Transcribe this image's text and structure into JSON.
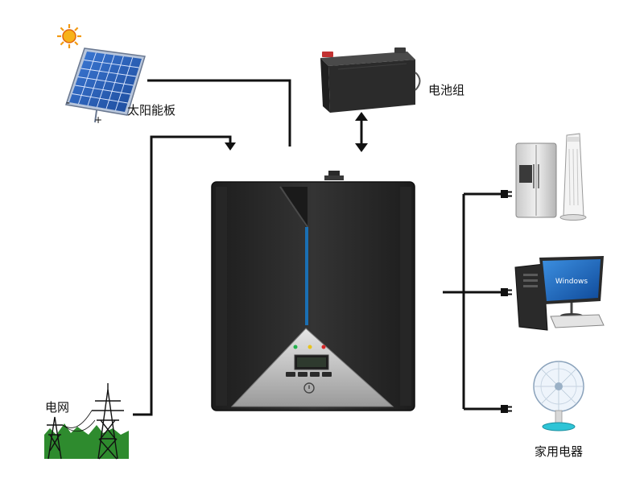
{
  "labels": {
    "solar_panel": "太阳能板",
    "solar_minus": "-",
    "solar_plus": "+",
    "battery": "电池组",
    "grid": "电网",
    "appliances": "家用电器",
    "computer_screen_text": "Windows"
  },
  "icons": {
    "sun": "sun-icon",
    "solar_panel": "solar-panel-icon",
    "battery": "battery-icon",
    "inverter": "inverter-icon",
    "grid_tower": "power-tower-icon",
    "refrigerator": "refrigerator-icon",
    "tower_fan": "tower-fan-icon",
    "computer": "computer-icon",
    "desk_fan": "desk-fan-icon",
    "plug": "plug-icon",
    "power_button": "power-button-icon"
  },
  "colors": {
    "line": "#111111",
    "inverter_body": "#2b2b2b",
    "accent_strip": "#1a6fb3",
    "panel_blue": "#2a5fb8",
    "grid_green": "#2e8b2e",
    "led_green": "#22b14c",
    "led_yellow": "#e8c31a",
    "led_red": "#d62828"
  }
}
